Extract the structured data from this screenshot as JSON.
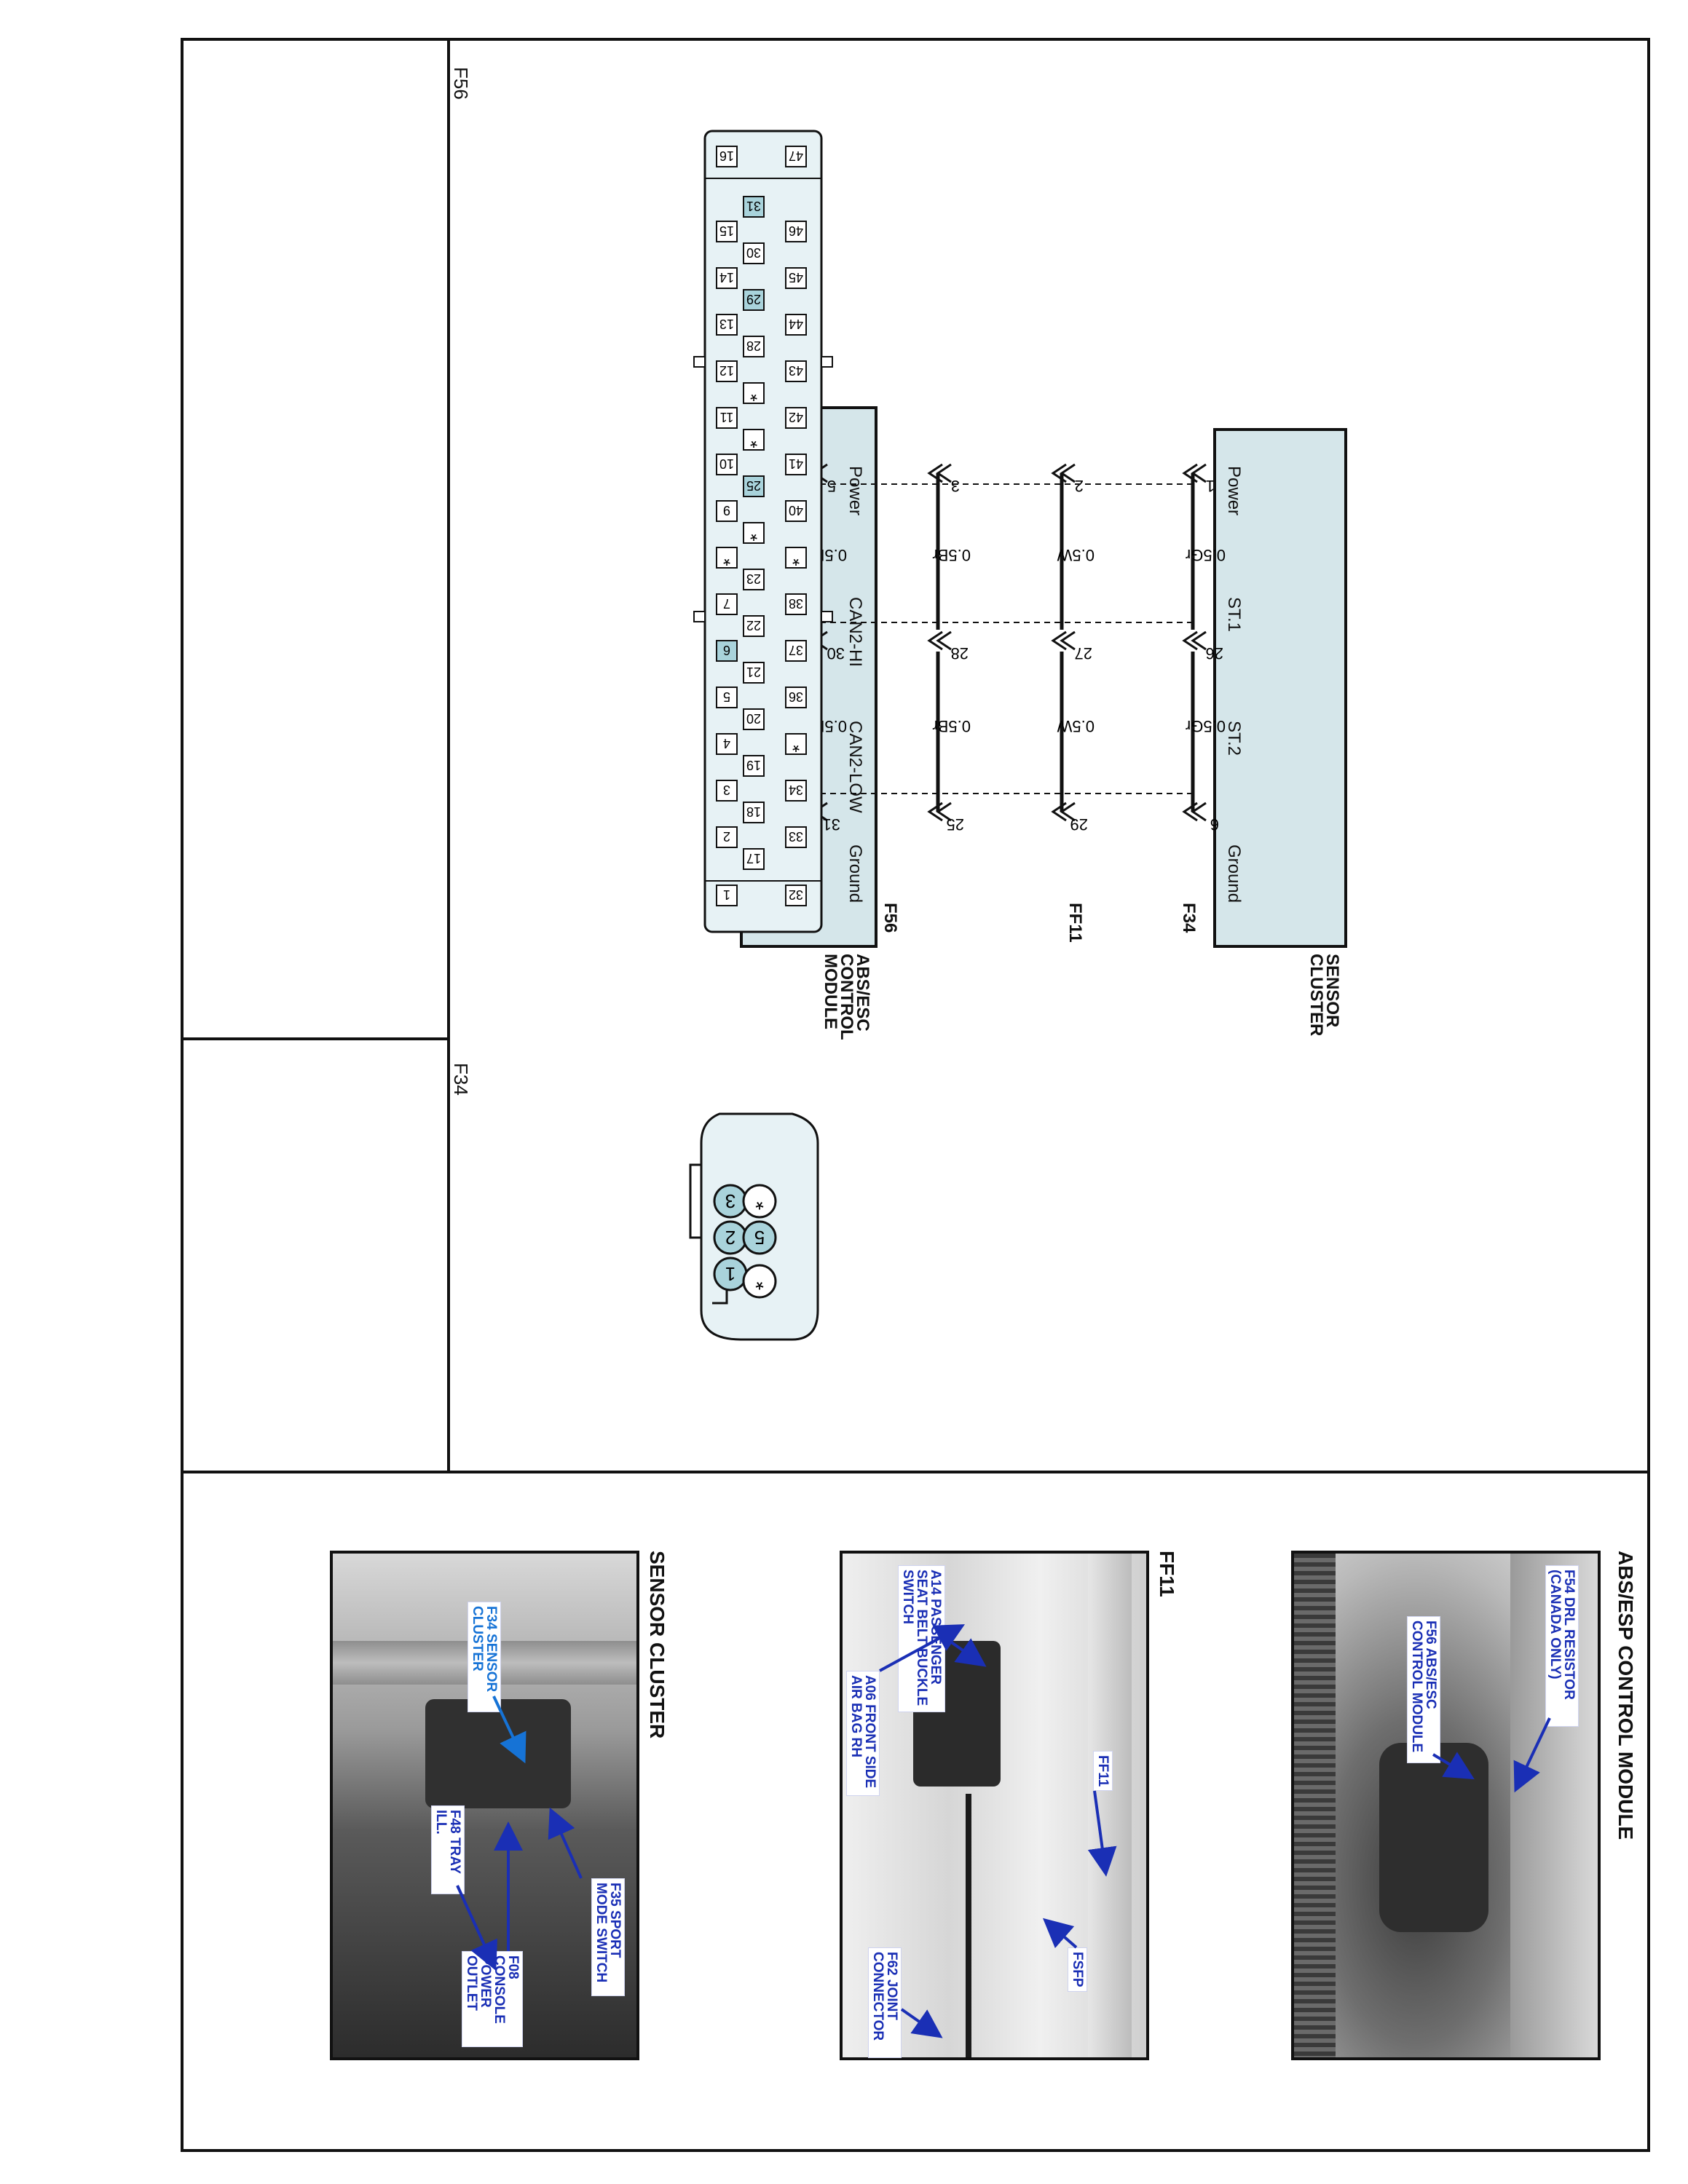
{
  "title_sensor": "SENSOR CLUSTER",
  "title_abs": "ABS/ESC CONTROL MODULE",
  "conn_f34": "F34",
  "conn_ff11": "FF11",
  "conn_f56": "F56",
  "sensor_pins": [
    "Power",
    "ST.1",
    "ST.2",
    "Ground"
  ],
  "abs_pins": [
    "Power",
    "CAN2-HI",
    "CAN2-LOW",
    "Ground"
  ],
  "wires": [
    {
      "f34": "1",
      "ff11": "26",
      "f56": "6",
      "w_top": "0.5Gr",
      "w_bot": "0.5Gr"
    },
    {
      "f34": "2",
      "ff11": "27",
      "f56": "29",
      "w_top": "0.5W",
      "w_bot": "0.5W"
    },
    {
      "f34": "3",
      "ff11": "28",
      "f56": "25",
      "w_top": "0.5Br",
      "w_bot": "0.5Br"
    },
    {
      "f34": "5",
      "ff11": "30",
      "f56": "31",
      "w_top": "0.5L/B",
      "w_bot": "0.5L/B"
    }
  ],
  "f56_label": "F56",
  "f56_row1": [
    "1",
    "2",
    "3",
    "4",
    "5",
    "6",
    "7",
    "*",
    "9",
    "10",
    "11",
    "12",
    "13",
    "14",
    "15",
    "16"
  ],
  "f56_row2": [
    "17",
    "18",
    "19",
    "20",
    "21",
    "22",
    "23",
    "*",
    "25",
    "*",
    "*",
    "28",
    "29",
    "30",
    "31"
  ],
  "f56_row3": [
    "32",
    "33",
    "34",
    "*",
    "36",
    "37",
    "38",
    "*",
    "40",
    "41",
    "42",
    "43",
    "44",
    "45",
    "46",
    "47"
  ],
  "f56_highlight": [
    "6",
    "25",
    "29",
    "31"
  ],
  "f34_label": "F34",
  "f34_pins": [
    "1",
    "2",
    "3",
    "5",
    "*",
    "*"
  ],
  "photo_titles": [
    "ABS/ESP CONTROL MODULE",
    "FF11",
    "SENSOR CLUSTER"
  ],
  "photo1_callouts": [
    "F54 DRL RESISTOR (CANADA ONLY)",
    "F56 ABS/ESC CONTROL MODULE"
  ],
  "photo2_callouts": [
    "A14 PASSENGER SEAT BELT BUCKLE SWITCH",
    "A06 FRONT SIDE AIR BAG RH",
    "FF11",
    "FSFP",
    "F62 JOINT CONNECTOR"
  ],
  "photo3_callouts": [
    "F34 SENSOR CLUSTER",
    "F48 TRAY ILL.",
    "F35 SPORT MODE SWITCH",
    "F08 CONSOLE POWER OUTLET"
  ],
  "colors": {
    "pin_highlight": "#a9d3db",
    "connector_fill": "#e7f2f5",
    "box_fill": "#d5e6ea",
    "callout_text": "#1a2fb5"
  }
}
